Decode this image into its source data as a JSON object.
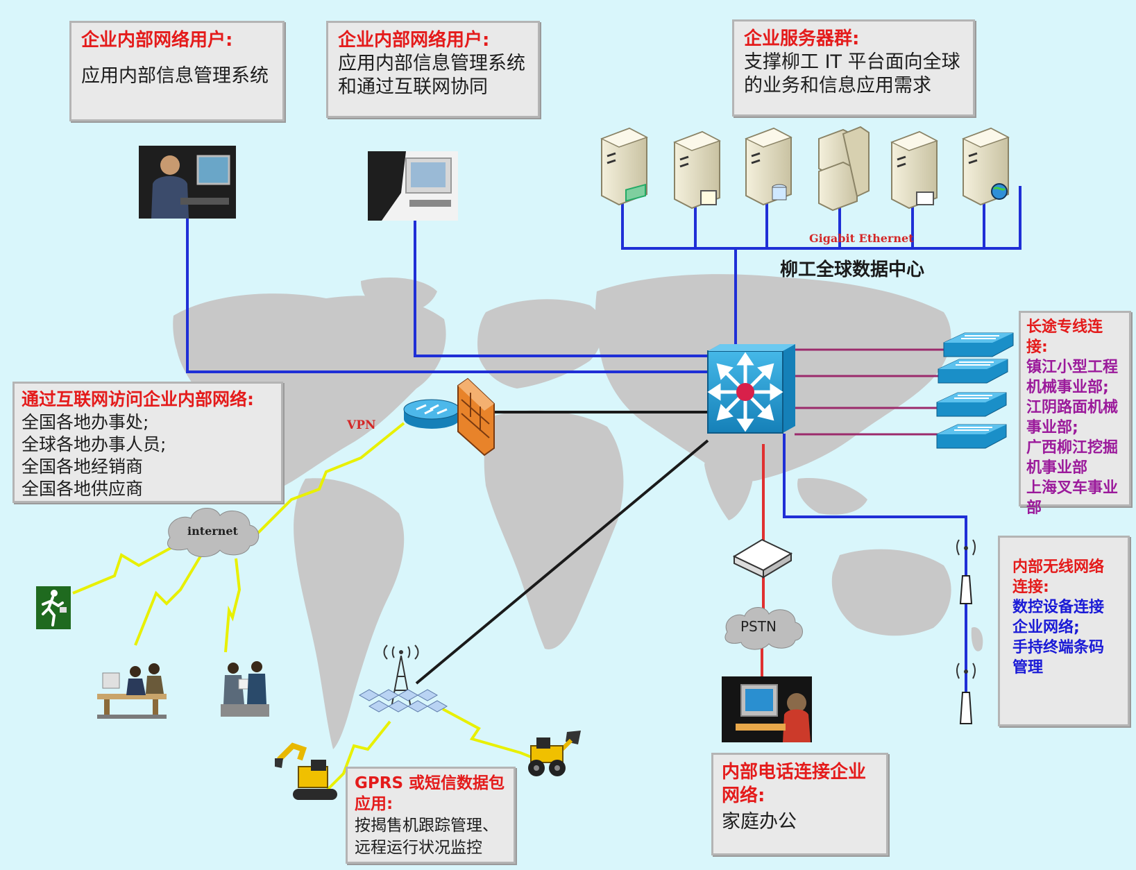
{
  "boxes": {
    "internal_users_1": {
      "title": "企业内部网络用户:",
      "body": "应用内部信息管理系统"
    },
    "internal_users_2": {
      "title": "企业内部网络用户:",
      "body": "应用内部信息管理系统\n和通过互联网协同"
    },
    "server_group": {
      "title": "企业服务器群:",
      "body": "支撑柳工 IT 平台面向全球\n的业务和信息应用需求"
    },
    "internet_access": {
      "title": "通过互联网访问企业内部网络:",
      "body": "全国各地办事处;\n全球各地办事人员;\n全国各地经销商\n全国各地供应商"
    },
    "leased_line": {
      "title": "长途专线连接:",
      "body": "镇江小型工程\n机械事业部;\n江阴路面机械\n事业部;\n广西柳江挖掘\n机事业部\n上海叉车事业\n部"
    },
    "wireless": {
      "title": "内部无线网络\n连接:",
      "body": "数控设备连接\n企业网络;\n手持终端条码\n管理"
    },
    "gprs": {
      "title": "GPRS 或短信数据包\n应用:",
      "body": "按揭售机跟踪管理、\n远程运行状况监控"
    },
    "phone": {
      "title": "内部电话连接企业\n网络:",
      "body": "家庭办公"
    }
  },
  "labels": {
    "gigabit": "Gigabit Ethernet",
    "datacenter": "柳工全球数据中心",
    "vpn": "VPN",
    "internet": "internet",
    "pstn": "PSTN"
  },
  "colors": {
    "background": "#d9f6fb",
    "land": "#c8c8c8",
    "link_blue": "#1f2fd6",
    "link_purple": "#9b2a6b",
    "link_red": "#e03030",
    "link_black": "#1a1a1a",
    "lightning": "#e8f000",
    "title_red": "#e41b1b",
    "side_purple": "#9b1a9b",
    "side_blue": "#1a1ad6",
    "device_blue": "#1e9fd6"
  },
  "icons": [
    "server-icon",
    "core-switch-icon",
    "router-icon",
    "firewall-icon",
    "switch-icon",
    "modem-icon",
    "antenna-icon",
    "cell-tower-icon",
    "excavator-icon",
    "loader-icon",
    "person-running-icon",
    "cloud-icon"
  ]
}
